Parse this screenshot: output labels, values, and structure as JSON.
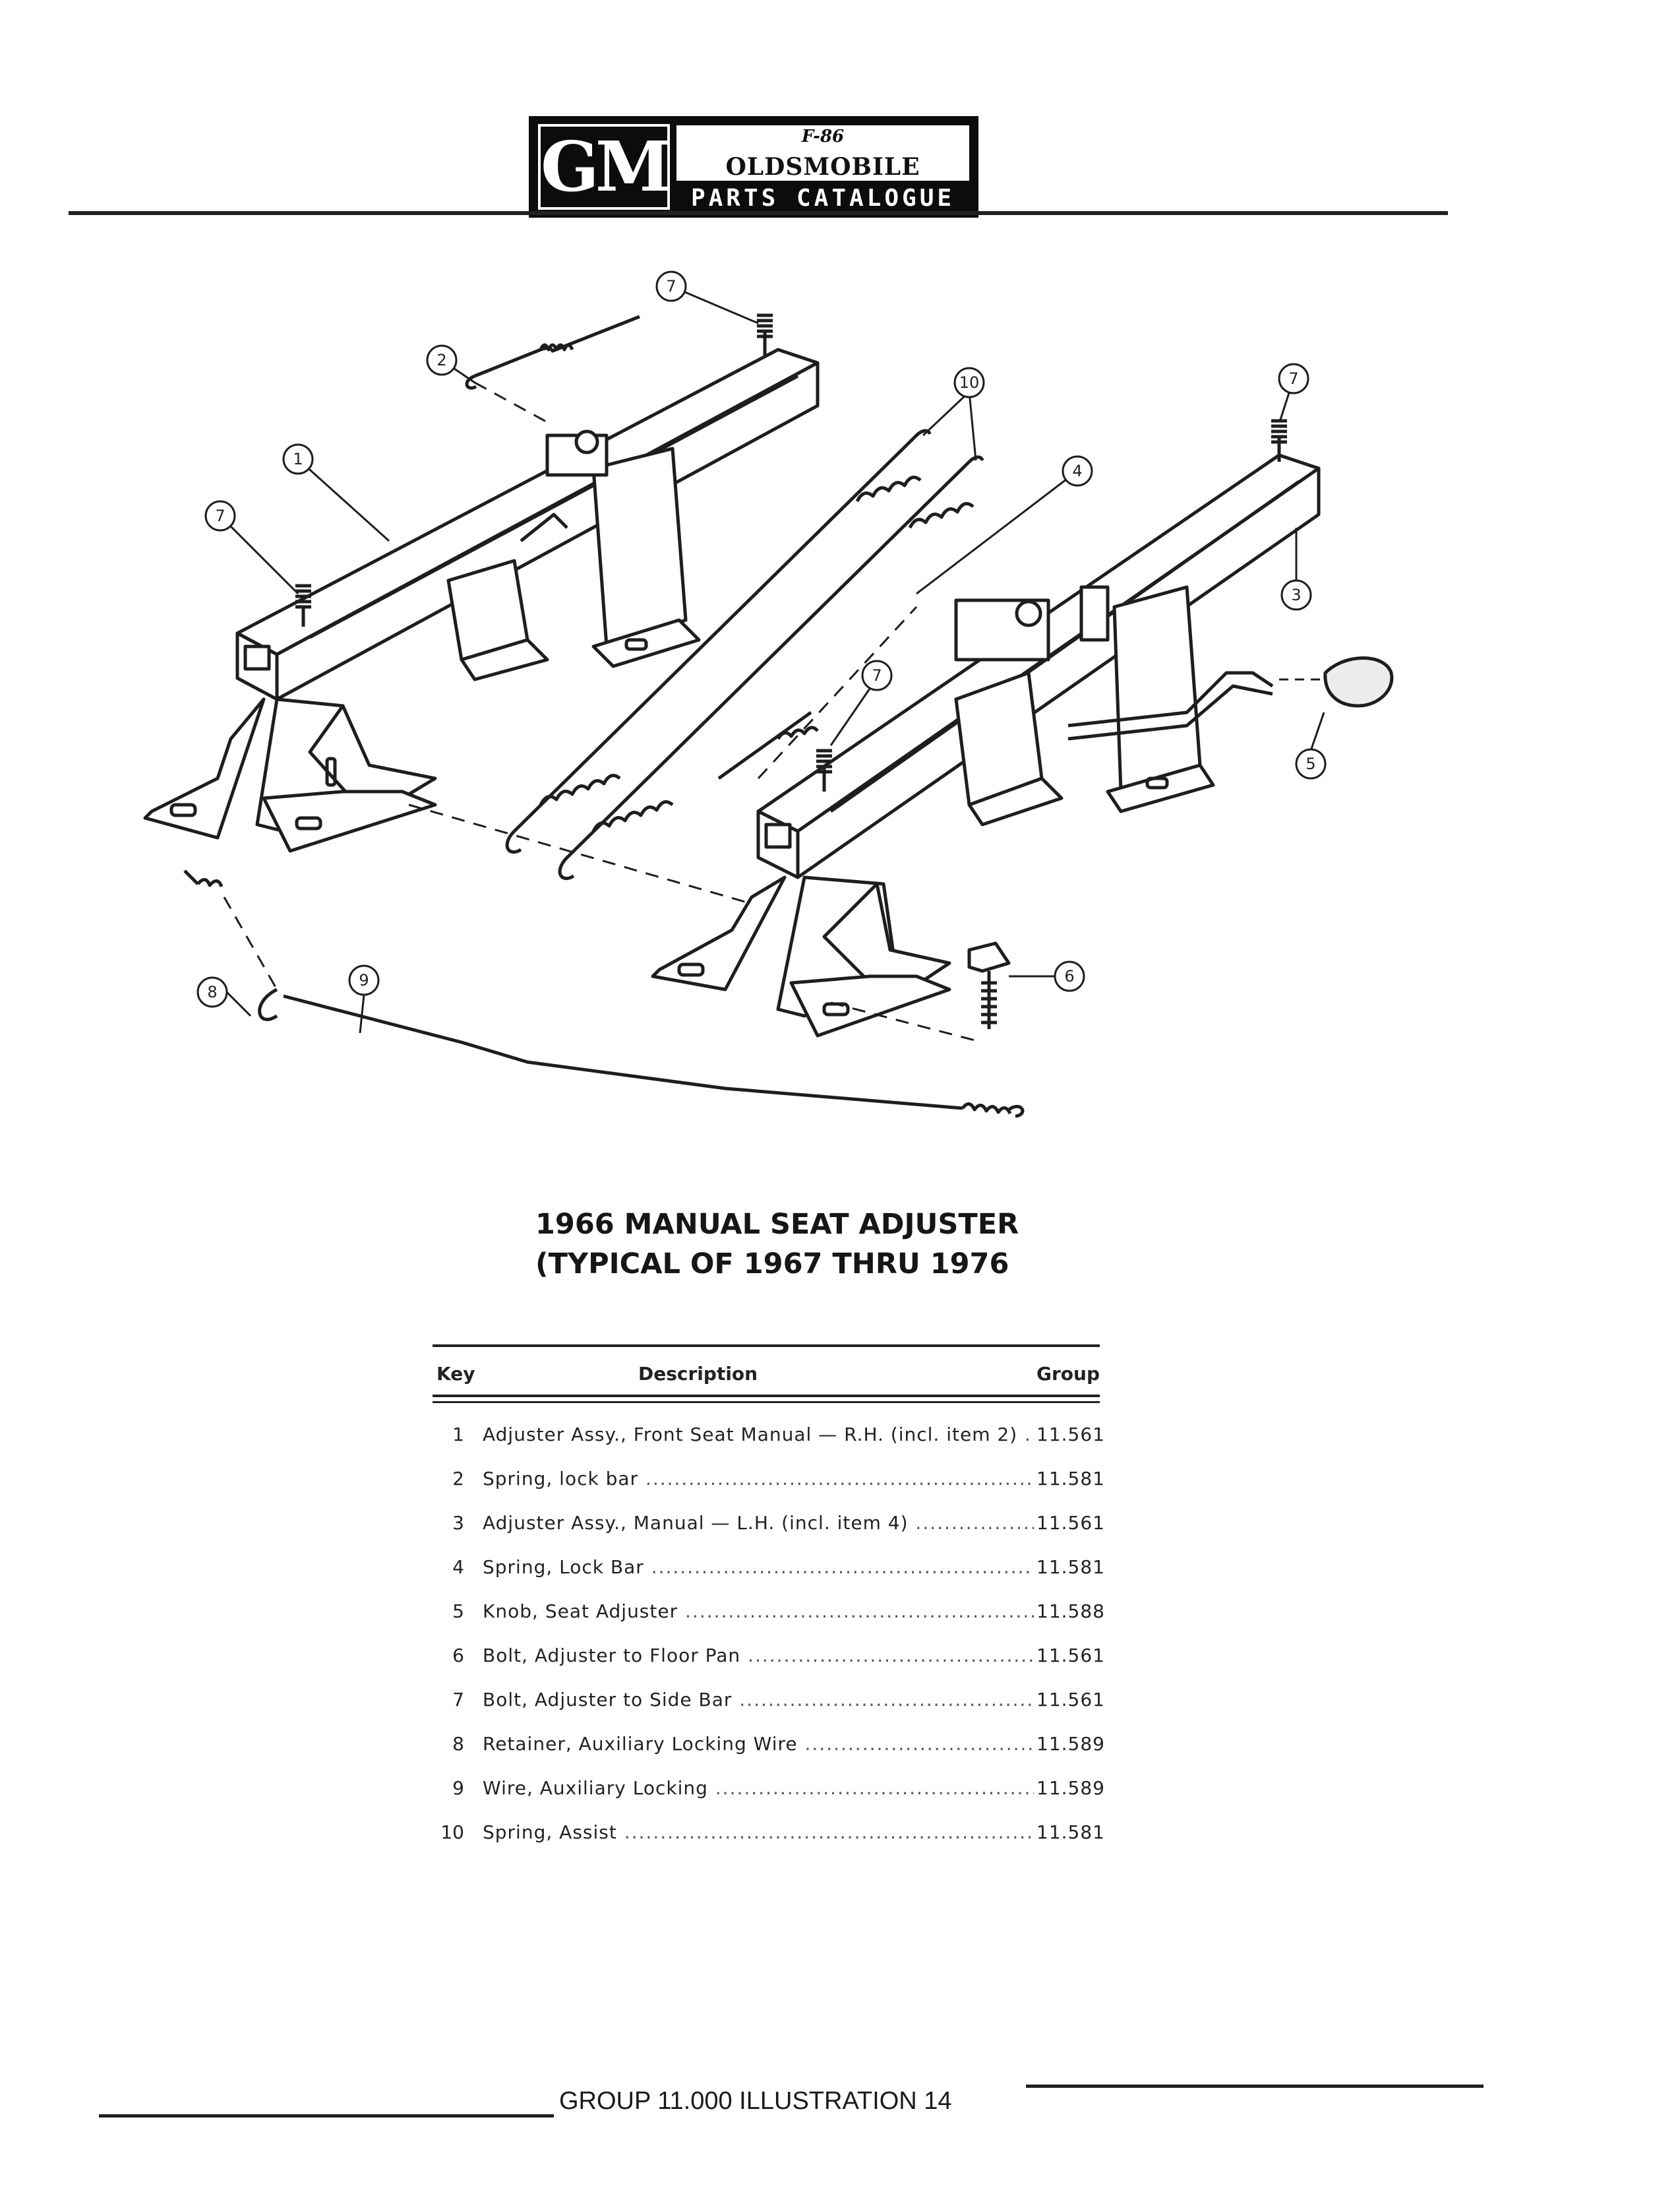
{
  "header": {
    "logo_mark": "GM",
    "code": "F-86",
    "brand": "OLDSMOBILE",
    "subtitle": "PARTS CATALOGUE"
  },
  "diagram": {
    "callouts": [
      "1",
      "2",
      "3",
      "4",
      "5",
      "6",
      "7",
      "7",
      "7",
      "7",
      "8",
      "9",
      "10"
    ]
  },
  "caption": {
    "line1": "1966 MANUAL SEAT ADJUSTER",
    "line2": "(TYPICAL OF 1967 THRU 1976"
  },
  "table": {
    "headers": {
      "key": "Key",
      "description": "Description",
      "group": "Group"
    },
    "rows": [
      {
        "key": "1",
        "description": "Adjuster Assy., Front Seat Manual — R.H. (incl. item 2)",
        "group": "11.561"
      },
      {
        "key": "2",
        "description": "Spring, lock bar",
        "group": "11.581"
      },
      {
        "key": "3",
        "description": "Adjuster Assy., Manual — L.H. (incl. item 4)",
        "group": "11.561"
      },
      {
        "key": "4",
        "description": "Spring, Lock Bar",
        "group": "11.581"
      },
      {
        "key": "5",
        "description": "Knob, Seat Adjuster",
        "group": "11.588"
      },
      {
        "key": "6",
        "description": "Bolt, Adjuster to Floor Pan",
        "group": "11.561"
      },
      {
        "key": "7",
        "description": "Bolt, Adjuster to Side Bar",
        "group": "11.561"
      },
      {
        "key": "8",
        "description": "Retainer, Auxiliary Locking Wire",
        "group": "11.589"
      },
      {
        "key": "9",
        "description": "Wire, Auxiliary Locking",
        "group": "11.589"
      },
      {
        "key": "10",
        "description": "Spring, Assist",
        "group": "11.581"
      }
    ]
  },
  "footer": {
    "text": "GROUP 11.000 ILLUSTRATION 14"
  }
}
